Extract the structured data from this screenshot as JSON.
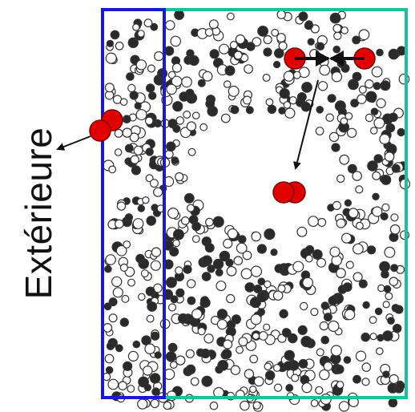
{
  "labels": {
    "exterior": "Extérieure"
  },
  "colors": {
    "outer_box": "#1fbf9a",
    "inner_box": "#1a1acc",
    "molecule": "#e00000",
    "molecule_outline": "#7a0000",
    "arrow": "#111111",
    "particle_dark": "#2a2a2a",
    "particle_light": "#ffffff",
    "particle_outline": "#333333"
  },
  "icons": {
    "escaping_pair": "red-diatomic-molecule",
    "colliding_pair": "red-atoms-colliding",
    "bound_pair": "red-diatomic-molecule"
  }
}
